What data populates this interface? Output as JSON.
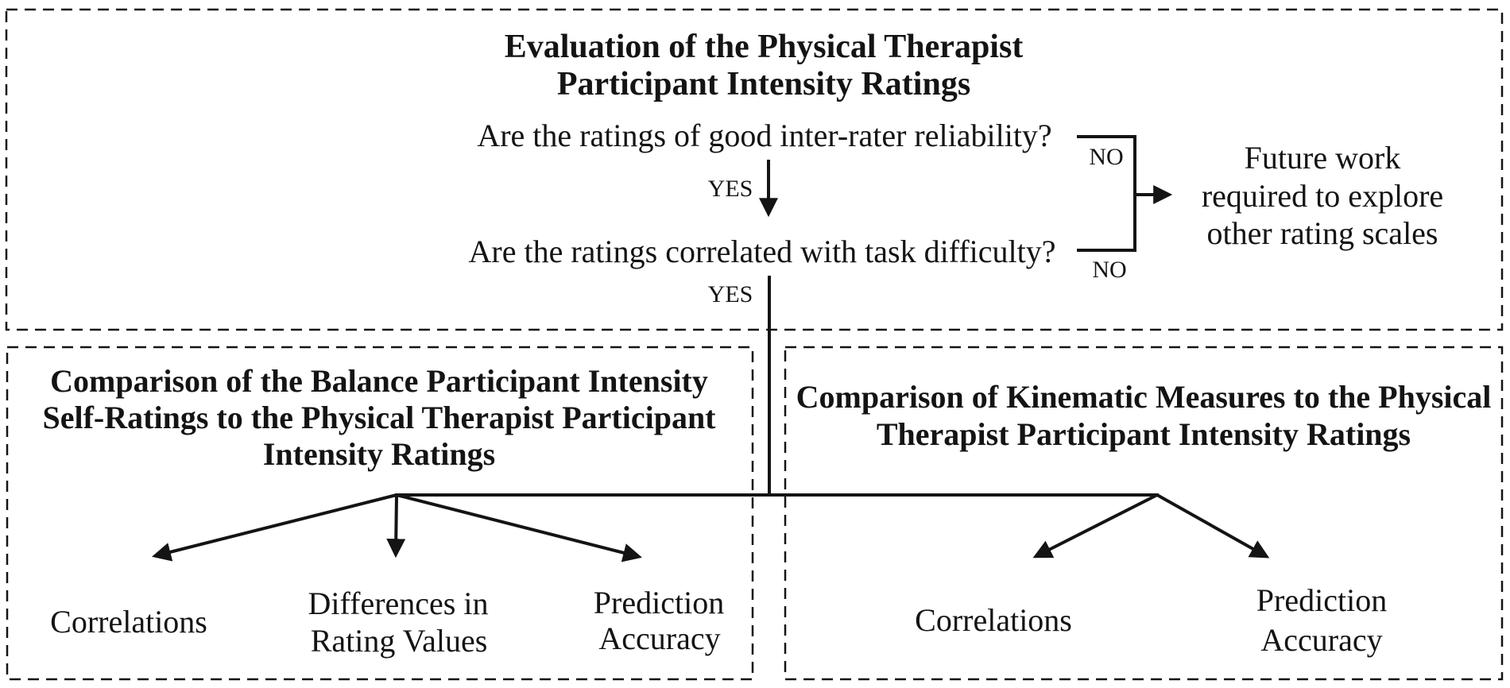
{
  "colors": {
    "ink": "#141414",
    "background": "#ffffff"
  },
  "top_box": {
    "title": {
      "line1": "Evaluation of the Physical Therapist",
      "line2": "Participant Intensity Ratings"
    },
    "question1": "Are the ratings of good inter-rater reliability?",
    "question1_yes": "YES",
    "question1_no": "NO",
    "question2": "Are the ratings correlated with task difficulty?",
    "question2_yes": "YES",
    "question2_no": "NO",
    "future_work": {
      "line1": "Future work",
      "line2": "required to explore",
      "line3": "other rating scales"
    }
  },
  "left_box": {
    "title": {
      "line1": "Comparison of the Balance Participant Intensity",
      "line2": "Self-Ratings to the Physical Therapist Participant",
      "line3": "Intensity Ratings"
    },
    "outcomes": [
      {
        "line1": "Correlations"
      },
      {
        "line1": "Differences in",
        "line2": "Rating Values"
      },
      {
        "line1": "Prediction",
        "line2": "Accuracy"
      }
    ]
  },
  "right_box": {
    "title": {
      "line1": "Comparison of Kinematic Measures to the Physical",
      "line2": "Therapist Participant Intensity Ratings"
    },
    "outcomes": [
      {
        "line1": "Correlations"
      },
      {
        "line1": "Prediction",
        "line2": "Accuracy"
      }
    ]
  }
}
